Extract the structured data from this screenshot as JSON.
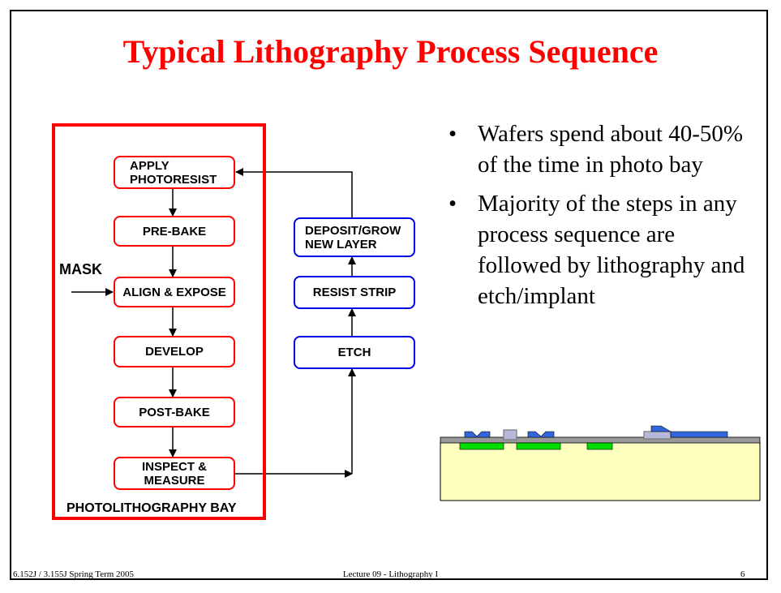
{
  "title": "Typical Lithography Process Sequence",
  "bay_label": "PHOTOLITHOGRAPHY BAY",
  "mask_label": "MASK",
  "steps": {
    "apply_photoresist": "APPLY\nPHOTORESIST",
    "pre_bake": "PRE-BAKE",
    "align_expose": "ALIGN & EXPOSE",
    "develop": "DEVELOP",
    "post_bake": "POST-BAKE",
    "inspect_measure": "INSPECT &\nMEASURE",
    "etch": "ETCH",
    "resist_strip": "RESIST STRIP",
    "deposit_grow": "DEPOSIT/GROW\nNEW LAYER"
  },
  "bullets": [
    "Wafers spend about 40-50% of the time in photo bay",
    "Majority of the steps in any process sequence are followed by lithography and etch/implant"
  ],
  "footer": {
    "left": "6.152J / 3.155J Spring Term 2005",
    "center": "Lecture 09 - Lithography I",
    "right": "6"
  },
  "colors": {
    "title": "#ff0000",
    "litho_border": "#ff0000",
    "other_border": "#0000e6",
    "substrate": "#ffffc0",
    "oxide": "#999999",
    "implant": "#00dd00",
    "metal": "#3366dd",
    "pad": "#b8b8dd"
  }
}
